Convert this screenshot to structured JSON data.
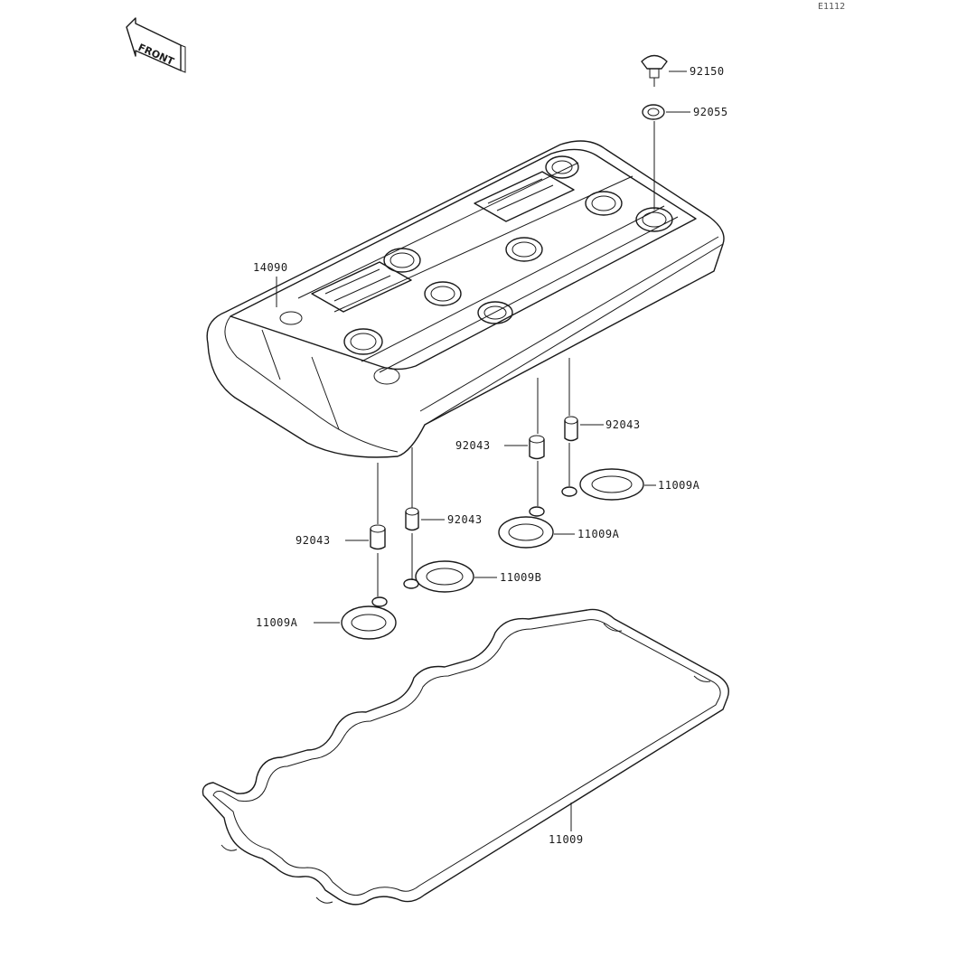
{
  "diagram": {
    "ref_code": "E1112",
    "front_marker": "FRONT",
    "parts": [
      {
        "id": "p92150",
        "number": "92150"
      },
      {
        "id": "p92055",
        "number": "92055"
      },
      {
        "id": "p14090",
        "number": "14090"
      },
      {
        "id": "p92043a",
        "number": "92043"
      },
      {
        "id": "p92043b",
        "number": "92043"
      },
      {
        "id": "p92043c",
        "number": "92043"
      },
      {
        "id": "p92043d",
        "number": "92043"
      },
      {
        "id": "p11009b_right",
        "number": "11009A"
      },
      {
        "id": "p11009b_mid",
        "number": "11009A"
      },
      {
        "id": "p11009b_left",
        "number": "11009B"
      },
      {
        "id": "p11009a",
        "number": "11009A"
      },
      {
        "id": "p11009",
        "number": "11009"
      }
    ]
  }
}
